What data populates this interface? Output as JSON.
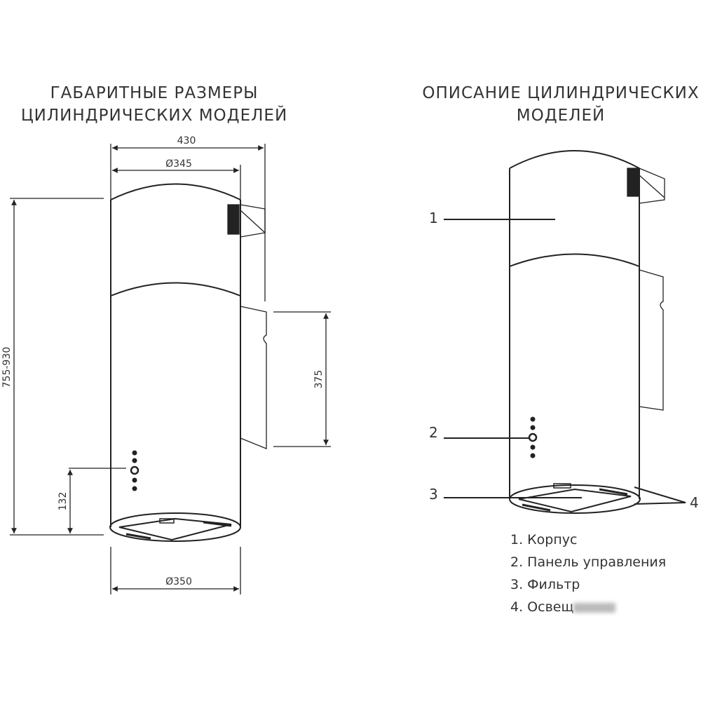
{
  "left": {
    "title_line1": "ГАБАРИТНЫЕ РАЗМЕРЫ",
    "title_line2": "ЦИЛИНДРИЧЕСКИХ МОДЕЛЕЙ",
    "dimensions": {
      "width_total": "430",
      "diameter_top": "Ø345",
      "height": "755-930",
      "bracket_height": "375",
      "panel_height": "132",
      "diameter_bottom": "Ø350"
    }
  },
  "right": {
    "title_line1": "ОПИСАНИЕ ЦИЛИНДРИЧЕСКИХ",
    "title_line2": "МОДЕЛЕЙ",
    "callouts": [
      "1",
      "2",
      "3",
      "4"
    ],
    "legend": [
      "1. Корпус",
      "2. Панель управления",
      "3. Фильтр",
      "4. Освещ"
    ]
  }
}
